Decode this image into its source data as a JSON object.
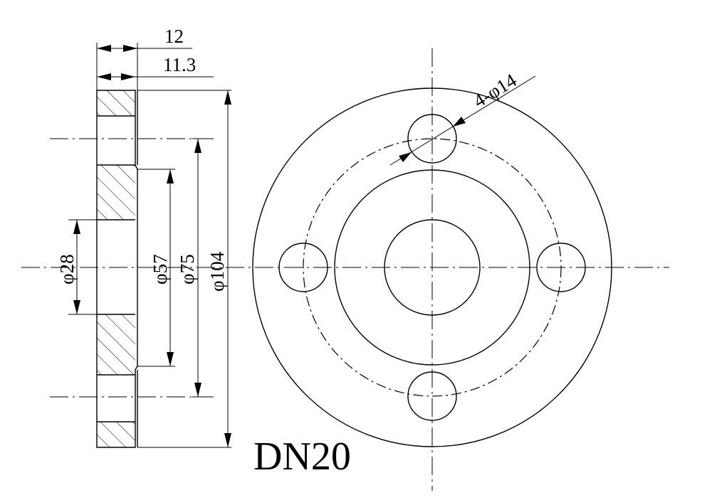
{
  "drawing": {
    "title": "DN20",
    "dimensions": {
      "thickness": "12",
      "raised_face_thickness": "11.3",
      "bore_diameter": "φ28",
      "raised_face_diameter": "φ57",
      "bolt_circle_diameter": "φ75",
      "outer_diameter": "φ104",
      "bolt_holes": "4-φ14"
    }
  }
}
